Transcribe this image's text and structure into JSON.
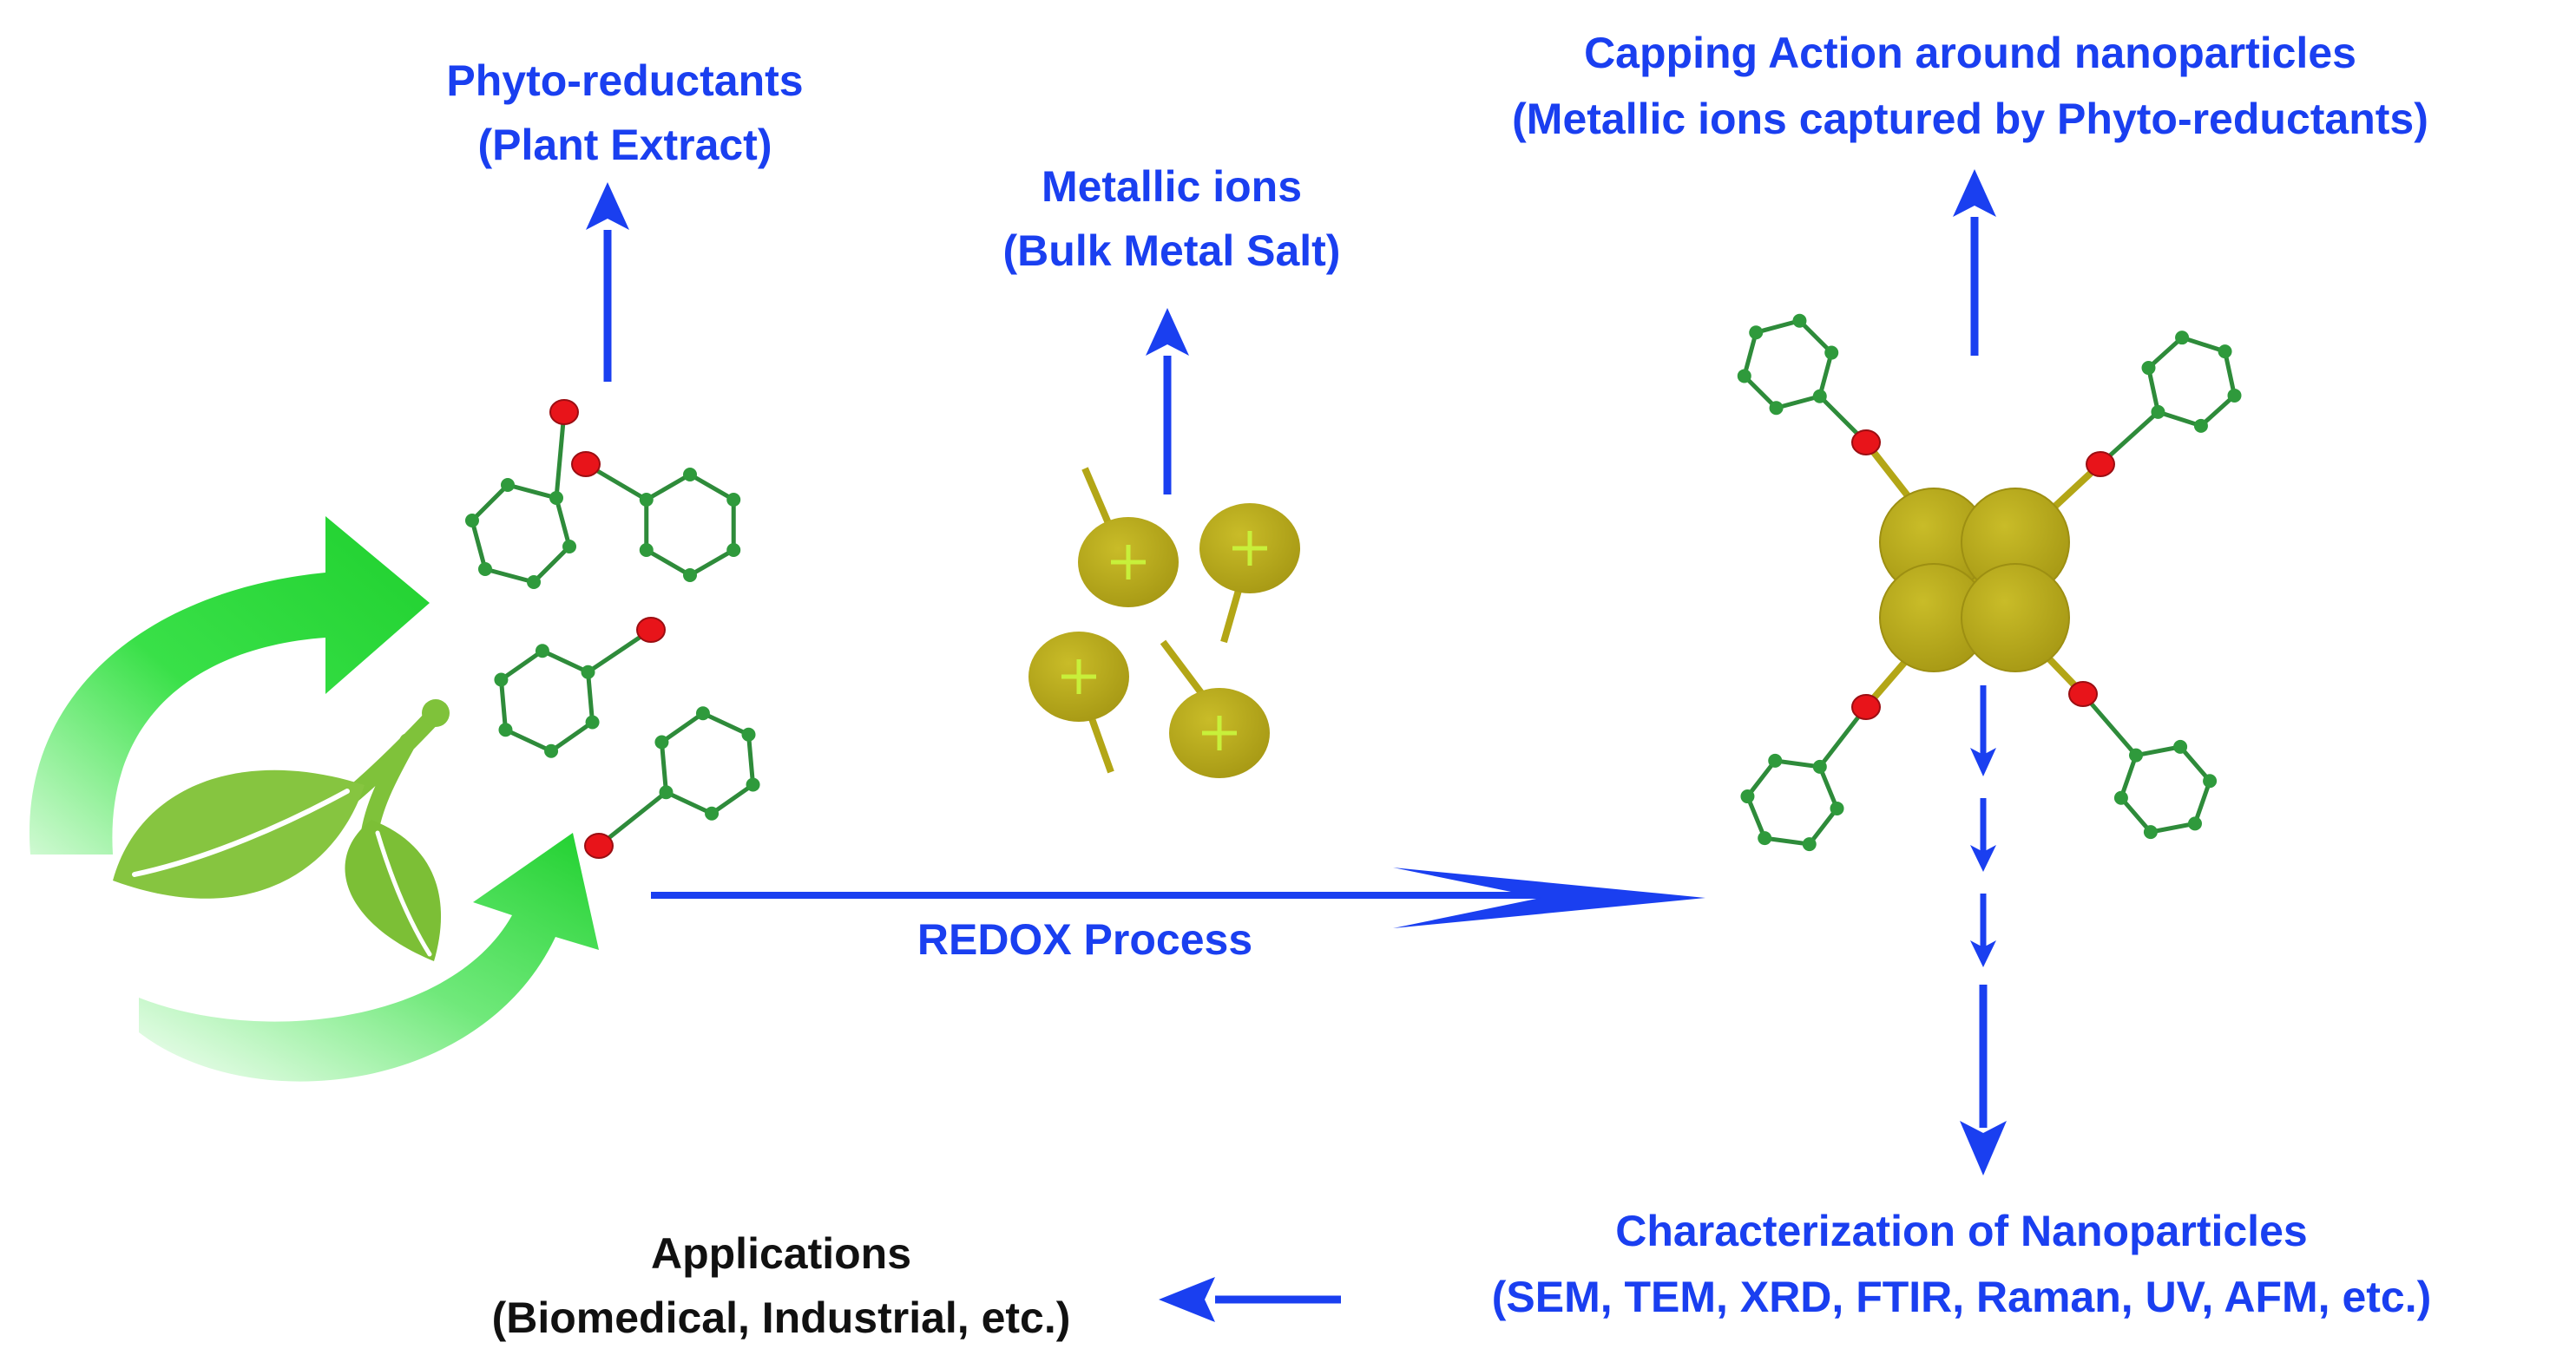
{
  "colors": {
    "arrow_blue": "#1a3ff0",
    "label_blue": "#1a3ff0",
    "label_black": "#111111",
    "oxygen_red": "#e8141a",
    "ring_green": "#2e8b3a",
    "node_green": "#2f9a3c",
    "metal_olive": "#b3a616",
    "plus_green": "#c8f03a",
    "leaf_green": "#7fc23a",
    "cycle_green": "#2bd93a"
  },
  "labels": {
    "phyto_title": "Phyto-reductants",
    "phyto_sub": "(Plant Extract)",
    "metallic_title": "Metallic ions",
    "metallic_sub": "(Bulk Metal Salt)",
    "capping_title": "Capping Action around nanoparticles",
    "capping_sub": "(Metallic ions captured by Phyto-reductants)",
    "redox": "REDOX Process",
    "characterization_title": "Characterization of Nanoparticles",
    "characterization_sub": "(SEM, TEM, XRD, FTIR, Raman, UV, AFM, etc.)",
    "applications_title": "Applications",
    "applications_sub": "(Biomedical, Industrial, etc.)"
  },
  "icons": {
    "plant": "leaf-icon",
    "cycle": "circular-arrow-icon",
    "molecule": "benzene-ring-icon",
    "ion": "metal-ion-icon",
    "nanoparticle": "capped-nanoparticle-icon"
  }
}
